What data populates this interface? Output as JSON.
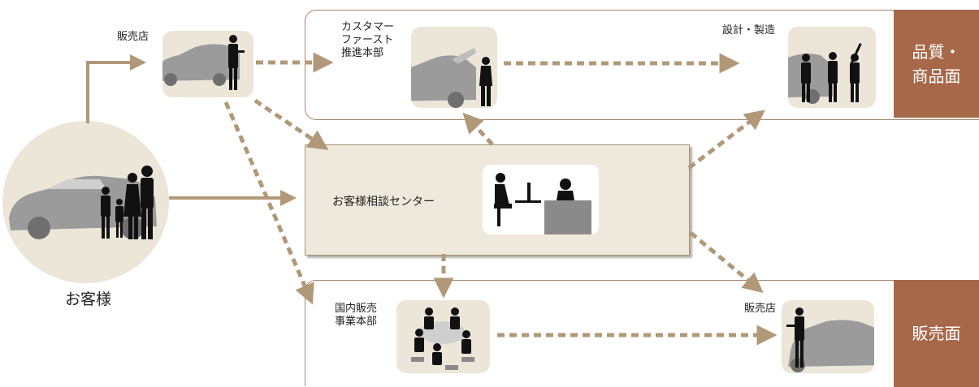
{
  "customer": {
    "label": "お客様"
  },
  "dealer_top": {
    "label": "販売店"
  },
  "customer_first": {
    "label": "カスタマー\nファースト\n推進本部"
  },
  "design": {
    "label": "設計・製造"
  },
  "consult_center": {
    "label": "お客様相談センター"
  },
  "domestic_sales": {
    "label": "国内販売\n事業本部"
  },
  "dealer_bottom": {
    "label": "販売店"
  },
  "quality_tag": {
    "label": "品質・\n商品面"
  },
  "sales_tag": {
    "label": "販売面"
  },
  "colors": {
    "arrow": "#b09878",
    "tag": "#a7684a",
    "panel_border": "#a4846a",
    "thumb": "#ece6d9",
    "center": "#efe8dc"
  },
  "icons": [
    "car-icon",
    "family-silhouette-icon",
    "dealer-person-icon",
    "mechanic-icon",
    "engineers-icon",
    "operator-icon",
    "meeting-icon",
    "salesman-icon"
  ]
}
